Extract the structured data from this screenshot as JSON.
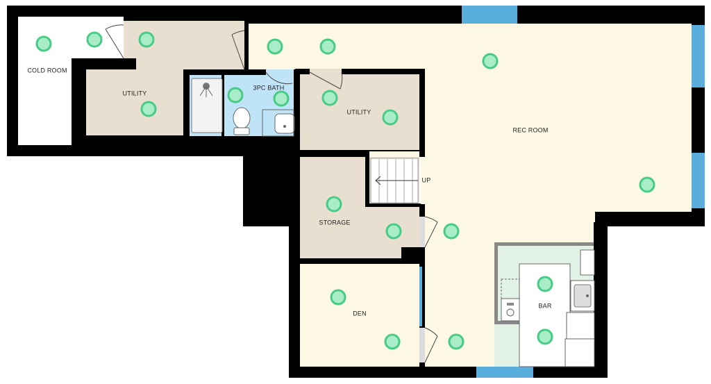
{
  "colors": {
    "wall": "#000000",
    "utility_floor": "#e8dfd0",
    "rec_floor": "#fdf8e4",
    "bath_floor": "#bfe3f7",
    "bar_floor": "#e3f2e6",
    "cold_floor": "#ffffff",
    "window": "#5aaedc",
    "marker_fill": "#a8ecc8",
    "marker_stroke": "#47cc86"
  },
  "rooms": {
    "cold_room": "COLD ROOM",
    "utility_left": "UTILITY",
    "bath": "3PC BATH",
    "utility_mid": "UTILITY",
    "rec_room": "REC ROOM",
    "storage": "STORAGE",
    "den": "DEN",
    "bar": "BAR"
  },
  "stairs": {
    "label": "UP"
  }
}
